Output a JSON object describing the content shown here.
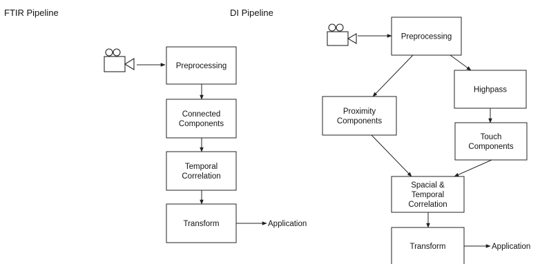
{
  "titles": {
    "ftir": "FTIR Pipeline",
    "di": "DI Pipeline"
  },
  "ftir_nodes": [
    {
      "id": "f_pre",
      "lines": [
        "Preprocessing"
      ]
    },
    {
      "id": "f_cc",
      "lines": [
        "Connected",
        "Components"
      ]
    },
    {
      "id": "f_tc",
      "lines": [
        "Temporal",
        "Correlation"
      ]
    },
    {
      "id": "f_tr",
      "lines": [
        "Transform"
      ]
    }
  ],
  "ftir_output": "Application",
  "di_nodes": [
    {
      "id": "d_pre",
      "lines": [
        "Preprocessing"
      ]
    },
    {
      "id": "d_hp",
      "lines": [
        "Highpass"
      ]
    },
    {
      "id": "d_prox",
      "lines": [
        "Proximity",
        "Components"
      ]
    },
    {
      "id": "d_touch",
      "lines": [
        "Touch",
        "Components"
      ]
    },
    {
      "id": "d_stc",
      "lines": [
        "Spacial &",
        "Temporal",
        "Correlation"
      ]
    },
    {
      "id": "d_tr",
      "lines": [
        "Transform"
      ]
    }
  ],
  "di_output": "Application",
  "icons": [
    "camera-icon",
    "camera-icon"
  ]
}
